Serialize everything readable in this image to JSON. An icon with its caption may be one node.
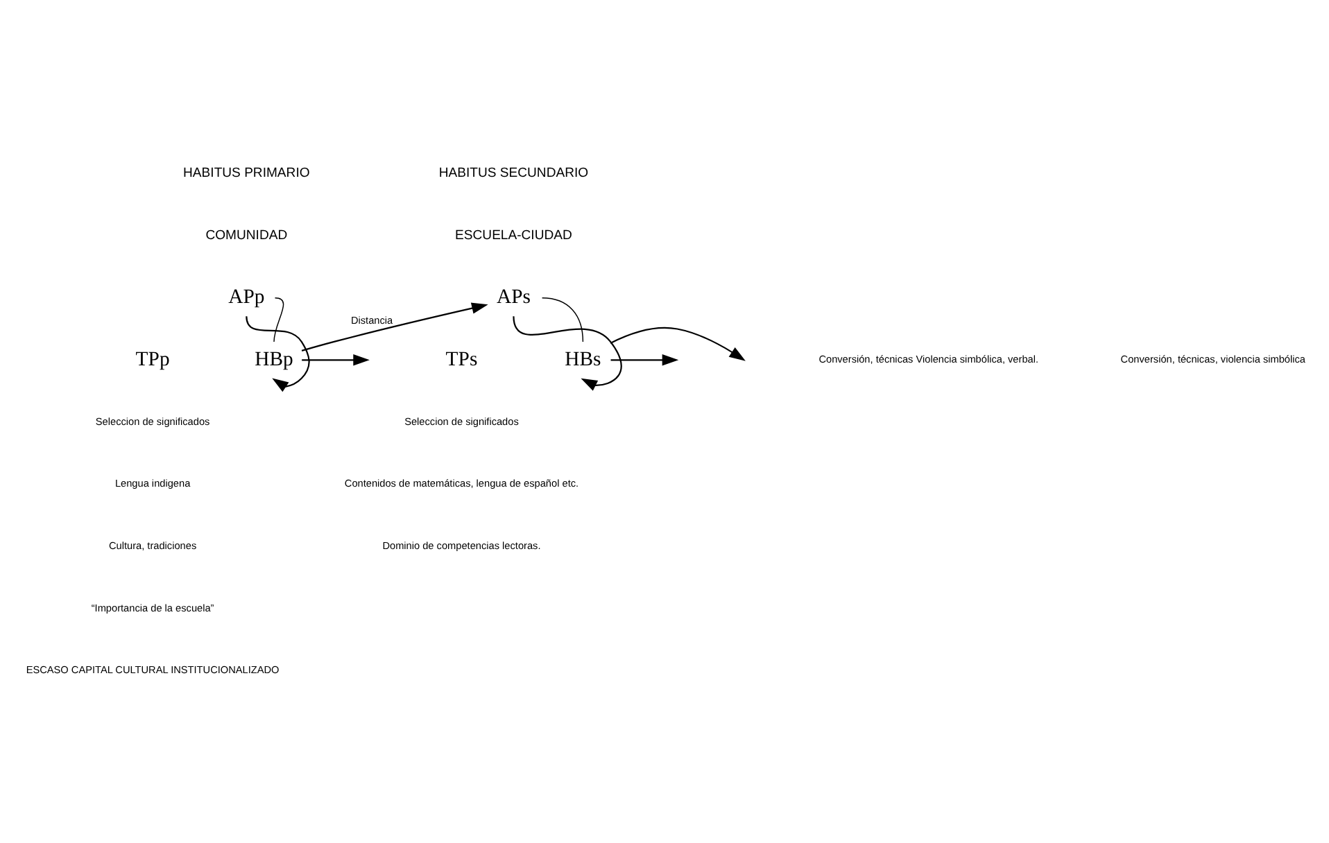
{
  "diagram": {
    "nodes": [
      {
        "text": [
          "APp"
        ]
      },
      {
        "text": [
          "HBp"
        ]
      },
      {
        "text": [
          "TPp"
        ]
      },
      {
        "text": [
          "APs"
        ]
      },
      {
        "text": [
          "HBs"
        ]
      },
      {
        "text": [
          "TPs"
        ]
      }
    ],
    "edges": [
      {
        "from": 0,
        "to": 1,
        "arrow": "none"
      },
      {
        "from": 0,
        "to": 1,
        "arrow": "to"
      },
      {
        "from": 1,
        "to": null,
        "arrow": "to"
      },
      {
        "from": 1,
        "to": 3,
        "arrow": "to",
        "label": "Distancia"
      },
      {
        "from": 3,
        "to": 4,
        "arrow": "none"
      },
      {
        "from": 3,
        "to": 4,
        "arrow": "to"
      },
      {
        "from": 4,
        "to": null,
        "arrow": "to"
      },
      {
        "from": 4,
        "to": null,
        "arrow": "to"
      }
    ],
    "labels": [
      "HABITUS PRIMARIO",
      "COMUNIDAD",
      "HABITUS SECUNDARIO",
      "ESCUELA-CIUDAD",
      "Seleccion de significados",
      "Lengua indigena",
      "Cultura, tradiciones",
      "“Importancia de la escuela”",
      "Conversión, técnicas Violencia simbólica, verbal.",
      "Conversión, técnicas, violencia simbólica",
      "Seleccion de significados",
      "Contenidos de matemáticas, lengua de español etc.",
      "Dominio de competencias lectoras.",
      "ESCASO CAPITAL CULTURAL INSTITUCIONALIZADO"
    ]
  }
}
